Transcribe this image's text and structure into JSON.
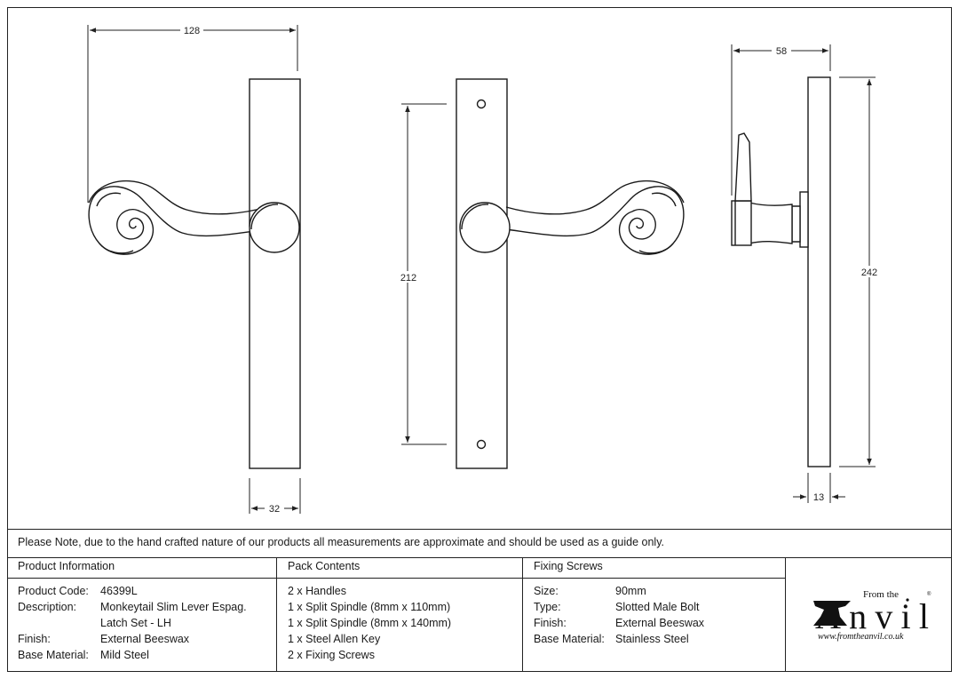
{
  "dimensions": {
    "front_width": "128",
    "backplate_width": "32",
    "fixing_centres": "212",
    "projection": "58",
    "side_thickness": "13",
    "height": "242"
  },
  "note": "Please Note, due to the hand crafted nature of our products all measurements are approximate and should be used as a guide only.",
  "product_information": {
    "heading": "Product Information",
    "rows": [
      {
        "label": "Product Code:",
        "value": "46399L"
      },
      {
        "label": "Description:",
        "value": "Monkeytail Slim Lever Espag."
      },
      {
        "label": "",
        "value": "Latch Set - LH"
      },
      {
        "label": "Finish:",
        "value": "External Beeswax"
      },
      {
        "label": "Base Material:",
        "value": "Mild Steel"
      }
    ]
  },
  "pack_contents": {
    "heading": "Pack Contents",
    "items": [
      "2 x Handles",
      "1 x Split Spindle (8mm x 110mm)",
      "1 x Split Spindle (8mm x 140mm)",
      "1 x Steel Allen Key",
      "2 x Fixing Screws"
    ]
  },
  "fixing_screws": {
    "heading": "Fixing Screws",
    "rows": [
      {
        "label": "Size:",
        "value": "90mm"
      },
      {
        "label": "Type:",
        "value": "Slotted Male Bolt"
      },
      {
        "label": "Finish:",
        "value": "External Beeswax"
      },
      {
        "label": "Base Material:",
        "value": "Stainless Steel"
      }
    ]
  },
  "logo": {
    "from_the": "From the",
    "anvil": "Anvil",
    "url": "www.fromtheanvil.co.uk"
  }
}
